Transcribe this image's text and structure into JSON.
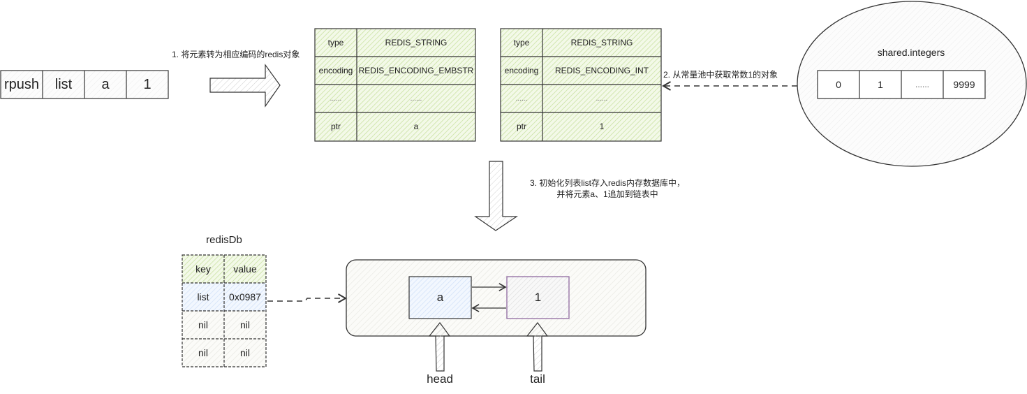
{
  "colors": {
    "green_fill": "#d5e8b4",
    "blue_fill": "#dae8fc",
    "purple_stroke": "#9673a6",
    "gray_fill": "#eeeeee",
    "stroke": "#333333"
  },
  "command": {
    "cells": [
      "rpush",
      "list",
      "a",
      "1"
    ]
  },
  "step1": {
    "label": "1. 将元素转为相应编码的redis对象"
  },
  "obj_string": {
    "rows": [
      {
        "key": "type",
        "value": "REDIS_STRING"
      },
      {
        "key": "encoding",
        "value": "REDIS_ENCODING_EMBSTR"
      },
      {
        "key": "......",
        "value": "......"
      },
      {
        "key": "ptr",
        "value": "a"
      }
    ]
  },
  "obj_int": {
    "rows": [
      {
        "key": "type",
        "value": "REDIS_STRING"
      },
      {
        "key": "encoding",
        "value": "REDIS_ENCODING_INT"
      },
      {
        "key": "......",
        "value": "......"
      },
      {
        "key": "ptr",
        "value": "1"
      }
    ]
  },
  "step2": {
    "label": "2. 从常量池中获取常数1的对象"
  },
  "shared": {
    "title": "shared.integers",
    "cells": [
      "0",
      "1",
      "......",
      "9999"
    ]
  },
  "step3": {
    "line1": "3. 初始化列表list存入redis内存数据库中，",
    "line2": "并将元素a、1追加到链表中"
  },
  "redisdb": {
    "title": "redisDb",
    "header": {
      "key": "key",
      "value": "value"
    },
    "rows": [
      {
        "key": "list",
        "value": "0x0987"
      },
      {
        "key": "nil",
        "value": "nil"
      },
      {
        "key": "nil",
        "value": "nil"
      }
    ]
  },
  "linked_list": {
    "nodes": [
      "a",
      "1"
    ],
    "head_label": "head",
    "tail_label": "tail"
  }
}
